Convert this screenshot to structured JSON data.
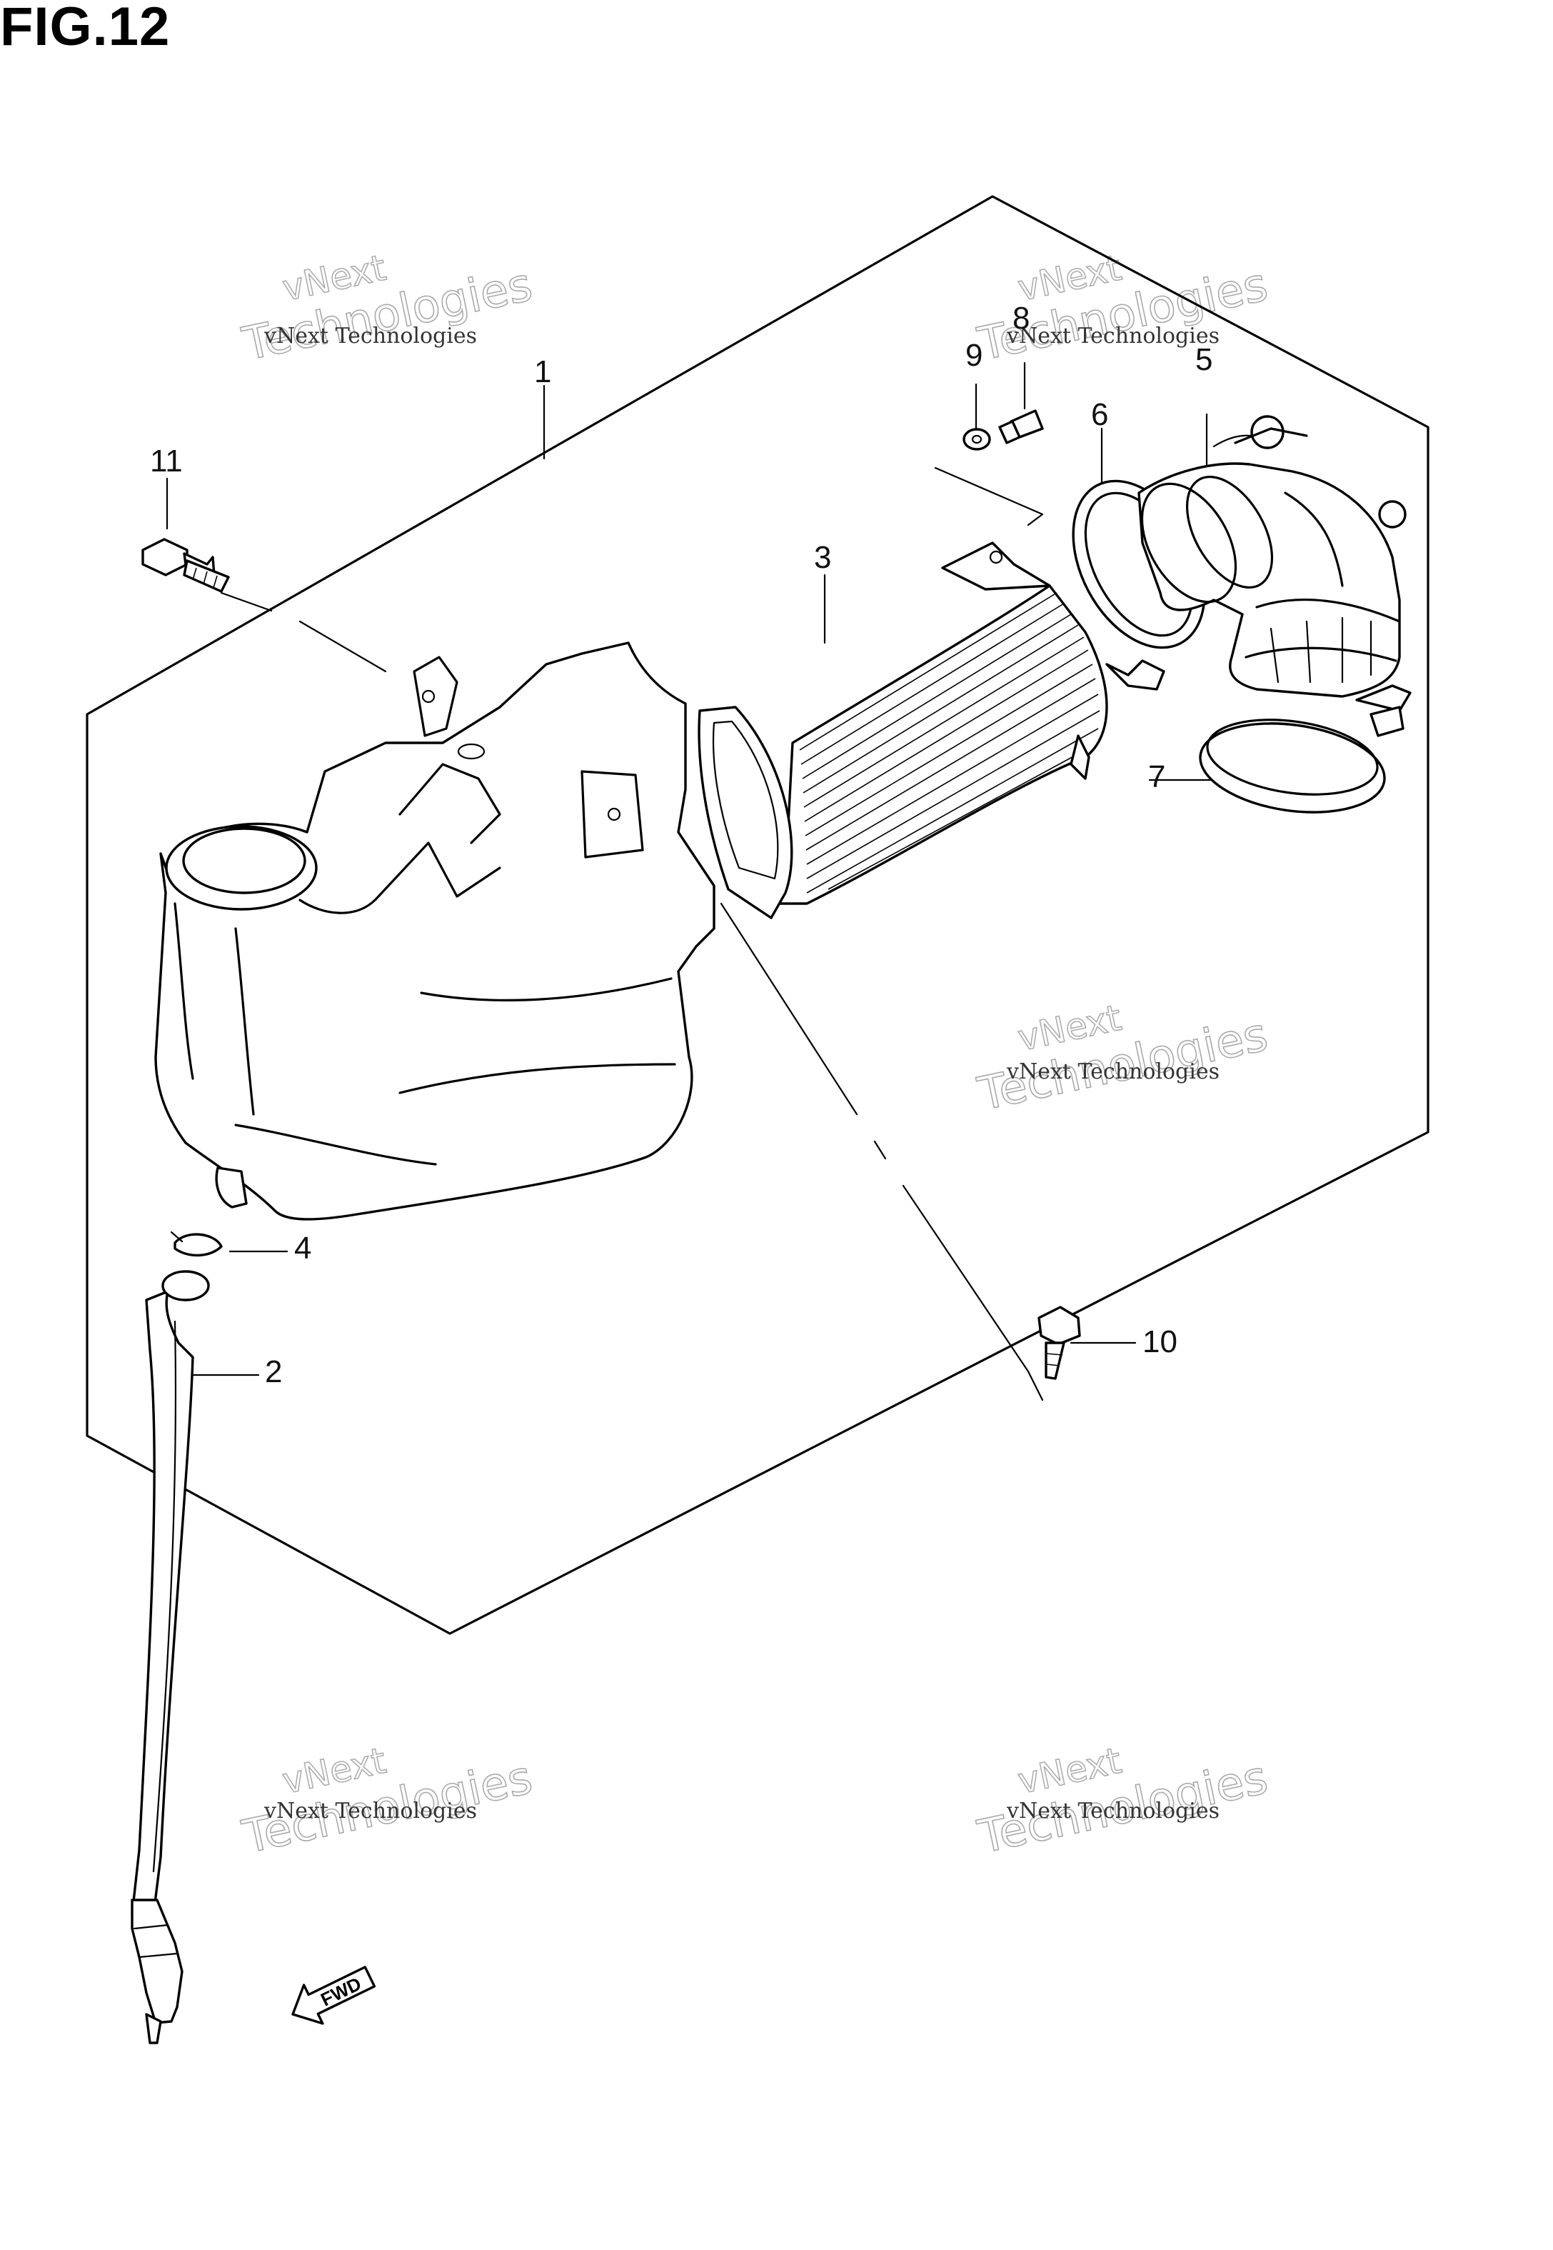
{
  "figure": {
    "title": "FIG.12"
  },
  "callouts": {
    "c1": "1",
    "c2": "2",
    "c3": "3",
    "c4": "4",
    "c5": "5",
    "c6": "6",
    "c7": "7",
    "c8": "8",
    "c9": "9",
    "c10": "10",
    "c11": "11"
  },
  "direction_arrow": {
    "label": "FWD"
  },
  "watermark": {
    "small": "vNext Technologies",
    "mid": "vNext",
    "big": "Technologies"
  }
}
